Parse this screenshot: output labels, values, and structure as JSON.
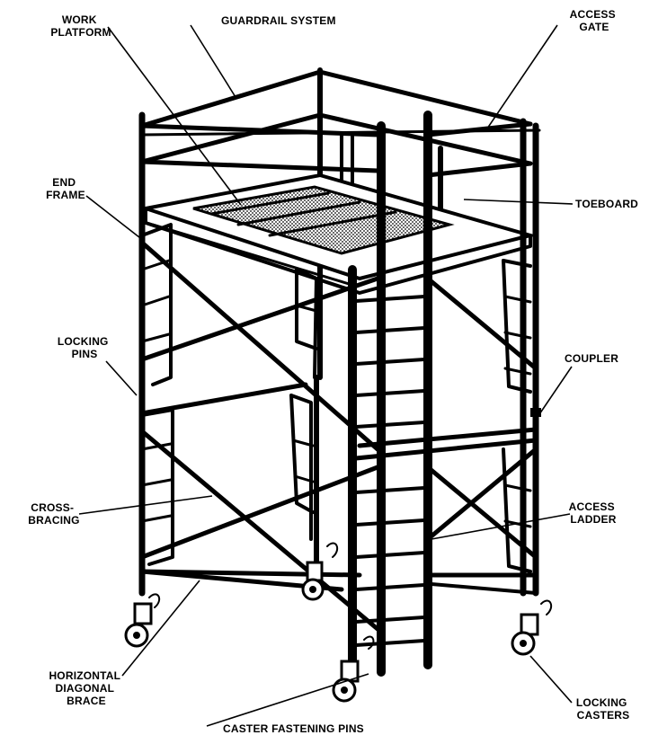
{
  "labels": {
    "work_platform": [
      "WORK",
      "PLATFORM"
    ],
    "guardrail_system": "GUARDRAIL SYSTEM",
    "access_gate": [
      "ACCESS",
      "GATE"
    ],
    "end_frame": [
      "END",
      "FRAME"
    ],
    "toeboard": "TOEBOARD",
    "locking_pins": [
      "LOCKING",
      "PINS"
    ],
    "coupler": "COUPLER",
    "cross_bracing": [
      "CROSS-",
      "BRACING"
    ],
    "access_ladder": [
      "ACCESS",
      "LADDER"
    ],
    "horizontal_diagonal_brace": [
      "HORIZONTAL",
      "DIAGONAL",
      "BRACE"
    ],
    "locking_casters": [
      "LOCKING",
      "CASTERS"
    ],
    "caster_fastening_pins": "CASTER FASTENING PINS"
  },
  "colors": {
    "ink": "#000000",
    "paper": "#ffffff",
    "plank": "#bdbdbd"
  }
}
